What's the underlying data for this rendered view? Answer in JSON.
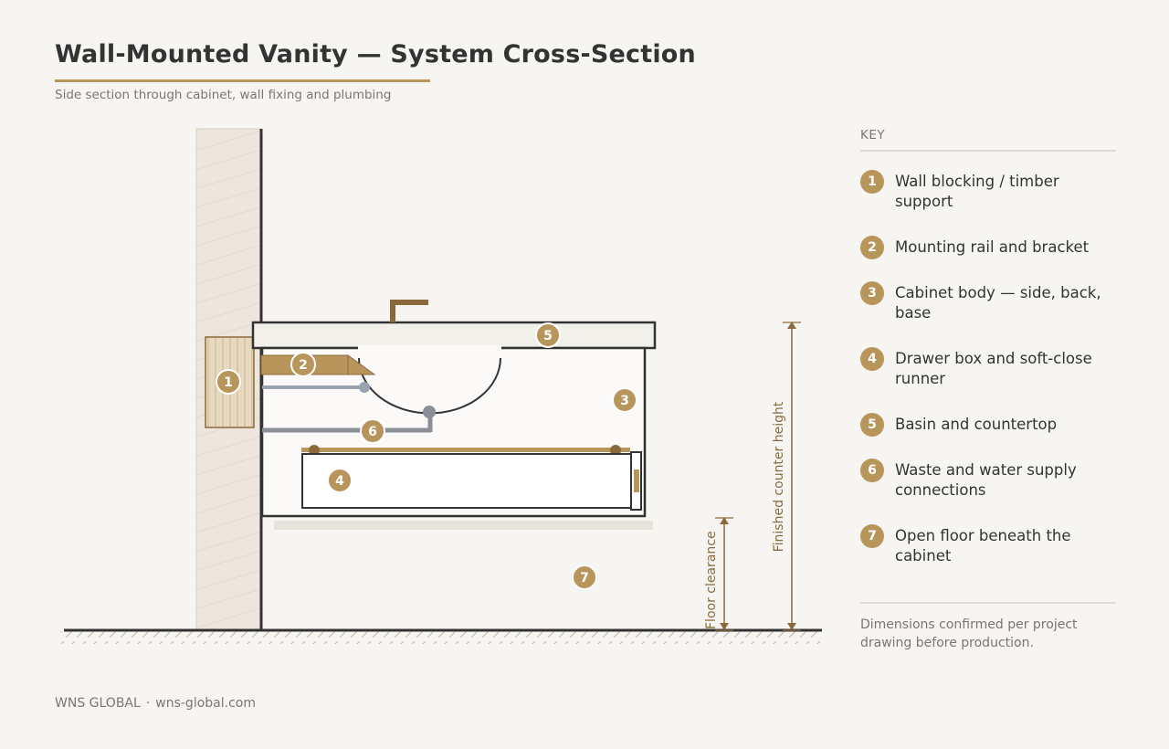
{
  "header": {
    "title": "Wall-Mounted Vanity — System Cross-Section",
    "subtitle": "Side section through cabinet, wall fixing and plumbing"
  },
  "diagram": {
    "callouts": [
      "1",
      "2",
      "3",
      "4",
      "5",
      "6",
      "7"
    ],
    "dimensions": {
      "floor_clearance": "Floor clearance",
      "counter_height": "Finished counter height"
    }
  },
  "key": {
    "heading": "KEY",
    "items": [
      {
        "num": "1",
        "label": "Wall blocking / timber support"
      },
      {
        "num": "2",
        "label": "Mounting rail and bracket"
      },
      {
        "num": "3",
        "label": "Cabinet body — side, back, base"
      },
      {
        "num": "4",
        "label": "Drawer box and soft-close runner"
      },
      {
        "num": "5",
        "label": "Basin and countertop"
      },
      {
        "num": "6",
        "label": "Waste and water supply connections"
      },
      {
        "num": "7",
        "label": "Open floor beneath the cabinet"
      }
    ],
    "note": "Dimensions confirmed per project drawing before production."
  },
  "footer": {
    "brand": "WNS GLOBAL",
    "separator": "·",
    "url": "wns-global.com"
  },
  "colors": {
    "accent": "#b8955a",
    "dark_accent": "#8a6a3c",
    "line": "#333333",
    "pipe": "#9aa3b0",
    "background": "#f7f5f1"
  }
}
